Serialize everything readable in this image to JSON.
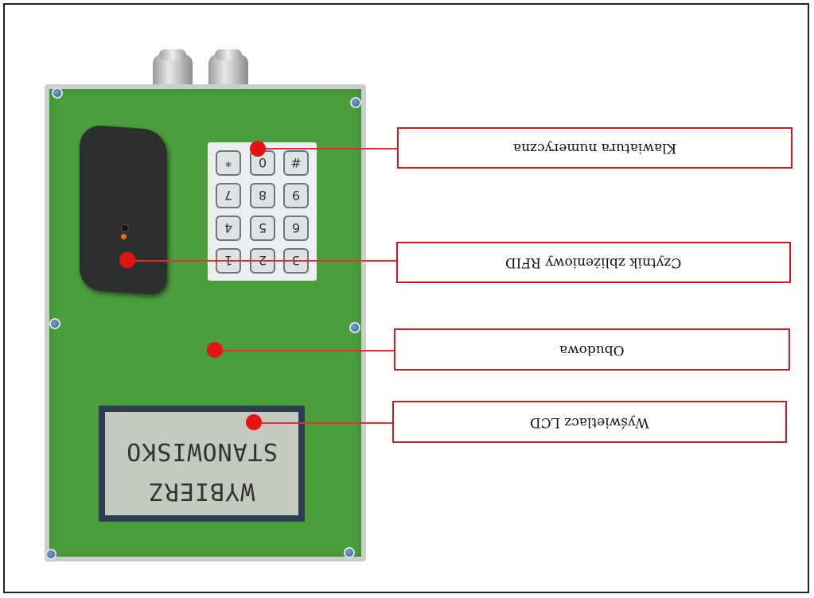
{
  "keypad": {
    "keys": [
      "*",
      "0",
      "#",
      "7",
      "8",
      "9",
      "4",
      "5",
      "6",
      "1",
      "2",
      "3"
    ]
  },
  "lcd": {
    "line1": "STANOWISKO",
    "line2": "WYBIERZ"
  },
  "labels": {
    "keypad": "Klawiatura numeryczna",
    "rfid": "Czytnik zbliżeniowy RFID",
    "housing": "Obudowa",
    "lcd": "Wyświetlacz LCD"
  },
  "colors": {
    "panel": "#4a9e3b",
    "annotation": "#e51414",
    "lcd_frame": "#2e3c52",
    "lcd_screen": "#c4cabf"
  }
}
